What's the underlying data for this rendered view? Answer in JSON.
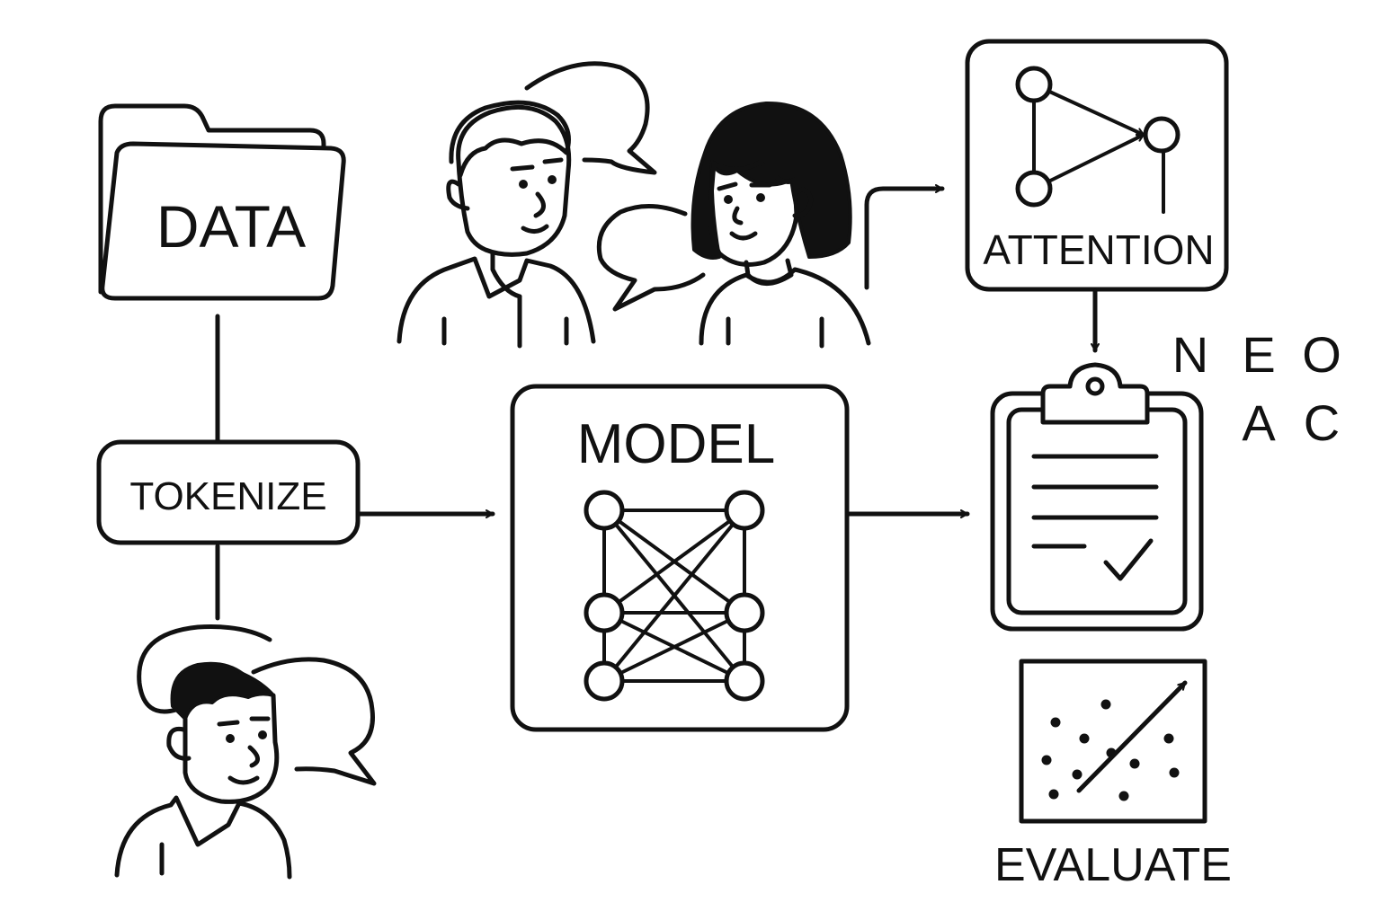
{
  "nodes": {
    "data": "DATA",
    "tokenize": "TOKENIZE",
    "model": "MODEL",
    "attention": "ATTENTION",
    "evaluate": "EVALUATE"
  },
  "corner_letters": [
    "N",
    "E",
    "O",
    "A",
    "C"
  ],
  "colors": {
    "ink": "#111111",
    "background": "#ffffff"
  },
  "icons": [
    "folder-icon",
    "people-talking-icon",
    "person-talking-icon",
    "neural-network-icon",
    "attention-graph-icon",
    "clipboard-checklist-icon",
    "scatter-trend-icon"
  ]
}
